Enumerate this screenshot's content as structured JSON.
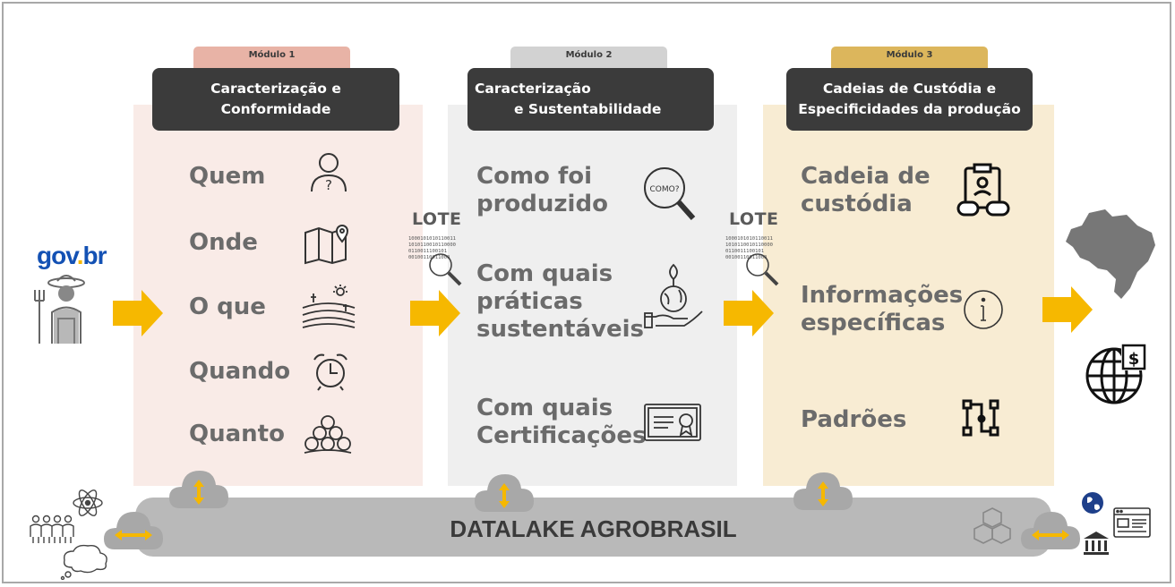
{
  "logo": {
    "part1": "gov",
    "part2": ".",
    "part3": "br"
  },
  "modules": [
    {
      "tab": "Módulo 1",
      "title_line1": "Caracterização e",
      "title_line2": "Conformidade",
      "tab_color": "#e8b3a6",
      "panel_color": "#f9ebe7",
      "items": [
        {
          "line1": "Quem",
          "icon": "person-question-icon"
        },
        {
          "line1": "Onde",
          "icon": "map-pin-icon"
        },
        {
          "line1": "O que",
          "icon": "crop-field-icon"
        },
        {
          "line1": "Quando",
          "icon": "alarm-clock-icon"
        },
        {
          "line1": "Quanto",
          "icon": "coin-stack-icon"
        }
      ]
    },
    {
      "tab": "Módulo 2",
      "title_line1": "Caracterização",
      "title_line2": "e Sustentabilidade",
      "tab_color": "#d2d2d2",
      "panel_color": "#efefef",
      "items": [
        {
          "line1": "Como foi",
          "line2": "produzido",
          "icon": "magnifier-como-icon",
          "icon_text": "COMO?"
        },
        {
          "line1": "Com quais",
          "line2": "práticas",
          "line3": "sustentáveis",
          "icon": "hand-globe-sprout-icon"
        },
        {
          "line1": "Com quais",
          "line2": "Certificações",
          "icon": "certificate-icon"
        }
      ]
    },
    {
      "tab": "Módulo 3",
      "title_line1": "Cadeias de Custódia e",
      "title_line2": "Especificidades da produção",
      "tab_color": "#dcb65c",
      "panel_color": "#f8ecd3",
      "items": [
        {
          "line1": "Cadeia de",
          "line2": "custódia",
          "icon": "clipboard-chain-icon"
        },
        {
          "line1": "Informações",
          "line2": "específicas",
          "icon": "info-circle-icon"
        },
        {
          "line1": "Padrões",
          "icon": "pattern-nodes-icon"
        }
      ]
    }
  ],
  "lote_label": "LOTE",
  "binary_lines": [
    "1000101010110011",
    "1010110010110000",
    "0110011100101",
    "00100110011000"
  ],
  "datalake": "DATALAKE AGROBRASIL",
  "accent_yellow": "#f6b800"
}
